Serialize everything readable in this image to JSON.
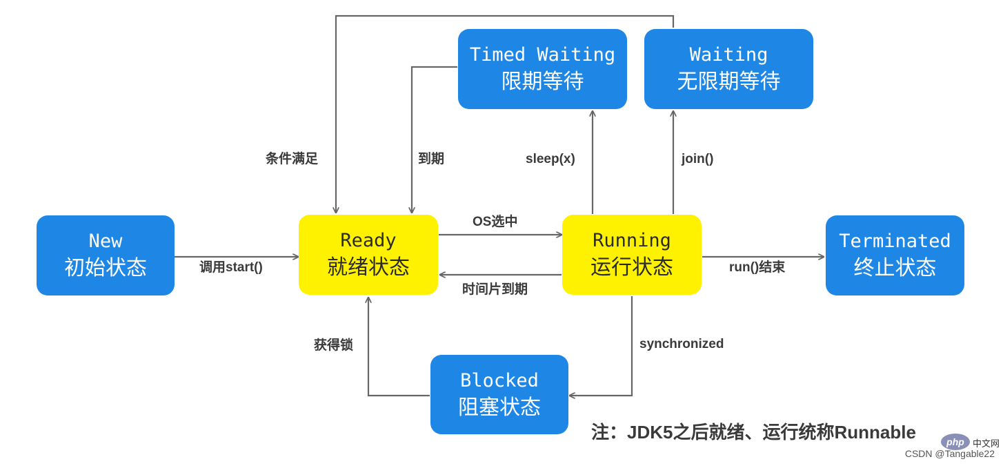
{
  "nodes": {
    "new": {
      "en": "New",
      "zh": "初始状态"
    },
    "ready": {
      "en": "Ready",
      "zh": "就绪状态"
    },
    "running": {
      "en": "Running",
      "zh": "运行状态"
    },
    "terminated": {
      "en": "Terminated",
      "zh": "终止状态"
    },
    "timed": {
      "en": "Timed Waiting",
      "zh": "限期等待"
    },
    "waiting": {
      "en": "Waiting",
      "zh": "无限期等待"
    },
    "blocked": {
      "en": "Blocked",
      "zh": "阻塞状态"
    }
  },
  "labels": {
    "start": "调用start()",
    "os_select": "OS选中",
    "timeslice": "时间片到期",
    "run_end": "run()结束",
    "condition": "条件满足",
    "expired": "到期",
    "sleep": "sleep(x)",
    "join": "join()",
    "acquire_lock": "获得锁",
    "synchronized": "synchronized"
  },
  "footnote": "注：JDK5之后就绪、运行统称Runnable",
  "watermark": {
    "badge": "php",
    "site": "中文网",
    "credit": "CSDN @Tangable22"
  },
  "colors": {
    "blue_node": "#1e87e6",
    "yellow_node": "#fff200",
    "arrow": "#666666"
  }
}
